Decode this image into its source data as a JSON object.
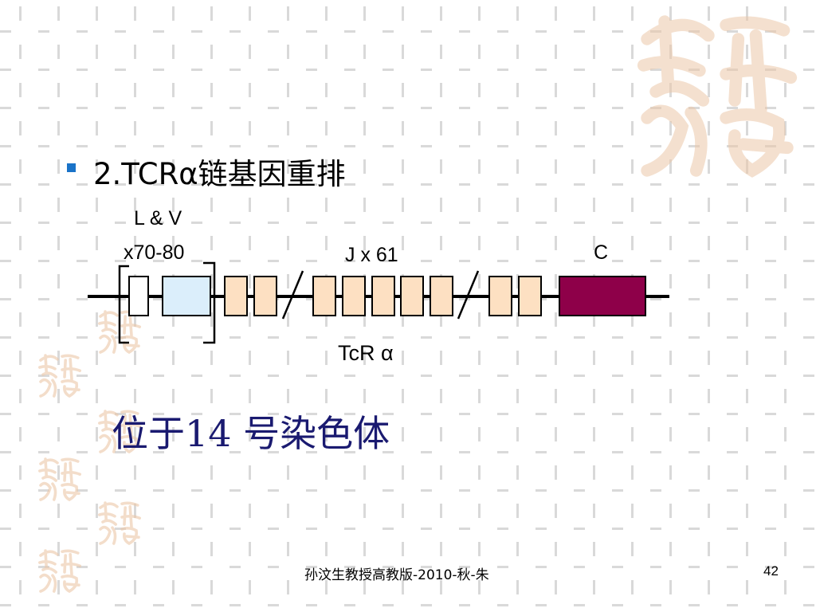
{
  "slide": {
    "title": "2.TCRα链基因重排",
    "lv_label_line1": "L & V",
    "lv_label_line2": "x70-80",
    "j_label": "J x 61",
    "c_label": "C",
    "gene_label": "TcR α",
    "chromosome_text": "位于14 号染色体",
    "footer_text": "孙汶生教授高教版-2010-秋-朱",
    "page_number": "42"
  },
  "colors": {
    "bullet": "#1a73c8",
    "v_segment_fill": "#dbeefb",
    "j_segment_fill": "#fde0c2",
    "c_segment_fill": "#8e0049",
    "chromosome_text": "#1a1a70",
    "watermark": "#ecc8a8",
    "grid_dash": "#d9d9d9"
  },
  "icons": {
    "bullet": "square-bullet-icon",
    "watermark": "auspicious-seal-icon"
  }
}
